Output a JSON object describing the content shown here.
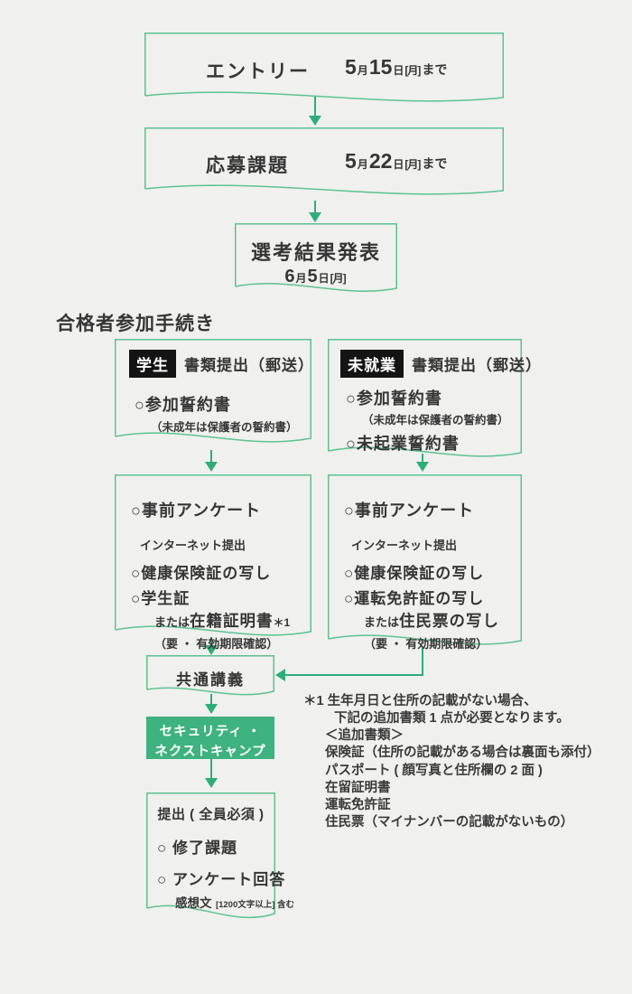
{
  "colors": {
    "background": "#f0f0ee",
    "box_border": "#5cc292",
    "arrow_green": "#2ead79",
    "camp_fill": "#3eb27f",
    "text_dark": "#363636",
    "chip_bg": "#141414",
    "chip_text": "#ffffff"
  },
  "timeline": {
    "entry": {
      "title": "エントリー",
      "month": "5",
      "month_unit": "月",
      "day": "15",
      "day_unit": "日",
      "weekday": "[月]",
      "suffix": "まで"
    },
    "task": {
      "title": "応募課題",
      "month": "5",
      "month_unit": "月",
      "day": "22",
      "day_unit": "日",
      "weekday": "[月]",
      "suffix": "まで"
    },
    "result": {
      "title": "選考結果発表",
      "month": "6",
      "month_unit": "月",
      "day": "5",
      "day_unit": "日",
      "weekday": "[月]"
    }
  },
  "section": {
    "heading": "合格者参加手続き"
  },
  "docs_student": {
    "chip": "学生",
    "title": "書類提出（郵送）",
    "item1": "○参加誓約書",
    "item1_note": "（未成年は保護者の誓約書）"
  },
  "docs_unemployed": {
    "chip": "未就業",
    "title": "書類提出（郵送）",
    "item1": "○参加誓約書",
    "item1_note": "（未成年は保護者の誓約書）",
    "item2": "○未起業誓約書"
  },
  "precheck_student": {
    "item1": "○事前アンケート",
    "method": "インターネット提出",
    "item2": "○健康保険証の写し",
    "item3": "○学生証",
    "alt_prefix": "または",
    "alt_main": "在籍証明書",
    "alt_ref": "＊1",
    "validity": "（要 ・ 有効期限確認）"
  },
  "precheck_unemployed": {
    "item1": "○事前アンケート",
    "method": "インターネット提出",
    "item2": "○健康保険証の写し",
    "item3": "○運転免許証の写し",
    "alt_prefix": "または",
    "alt_main": "住民票の写し",
    "validity": "（要 ・ 有効期限確認）"
  },
  "lecture": {
    "title": "共通講義"
  },
  "camp": {
    "line1": "セキュリティ ・",
    "line2": "ネクストキャンプ"
  },
  "submission": {
    "title": "提出 ( 全員必須 )",
    "item1": "○ 修了課題",
    "item2": "○ アンケート回答",
    "note_main": "感想文",
    "note_small": "[1200文字以上] 含む"
  },
  "footnote": {
    "line1": "＊1 生年月日と住所の記載がない場合、",
    "line2": "下記の追加書類 1 点が必要となります。",
    "line3": "＜追加書類＞",
    "line4": "保険証（住所の記載がある場合は裏面も添付）",
    "line5": "パスポート ( 顔写真と住所欄の 2 面 )",
    "line6": "在留証明書",
    "line7": "運転免許証",
    "line8": "住民票（マイナンバーの記載がないもの）"
  }
}
